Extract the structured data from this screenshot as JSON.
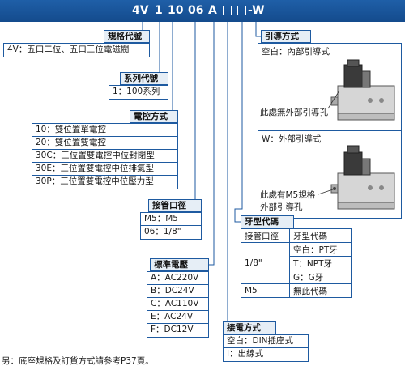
{
  "model_code": {
    "segments": [
      "4V",
      "1",
      "10",
      "06",
      "A",
      "-W"
    ],
    "colors": {
      "banner": "#1f5fa8",
      "line": "#1e5aa0",
      "label_bg": "#e6eef6"
    }
  },
  "spec_code": {
    "label": "規格代號",
    "options": [
      "4V：五口二位、五口三位電磁閥"
    ]
  },
  "series_code": {
    "label": "系列代號",
    "options": [
      "1：100系列"
    ]
  },
  "control_mode": {
    "label": "電控方式",
    "options": [
      "10：雙位置單電控",
      "20：雙位置雙電控",
      "30C：三位置雙電控中位封閉型",
      "30E：三位置雙電控中位排氣型",
      "30P：三位置雙電控中位壓力型"
    ]
  },
  "port_size": {
    "label": "接管口徑",
    "options": [
      "M5：M5",
      "06：1/8\""
    ]
  },
  "voltage": {
    "label": "標準電壓",
    "options": [
      "A：AC220V",
      "B：DC24V",
      "C：AC110V",
      "E：AC24V",
      "F：DC12V"
    ]
  },
  "pilot_mode": {
    "label": "引導方式",
    "internal": {
      "title": "空白：內部引導式",
      "note": "此處無外部引導孔"
    },
    "external": {
      "title": "W：外部引導式",
      "note_line1": "此處有M5規格",
      "note_line2": "外部引導孔"
    }
  },
  "thread_type": {
    "label": "牙型代碼",
    "headers": [
      "接管口徑",
      "牙型代碼"
    ],
    "size_18": "1/8\"",
    "options_18": [
      "空白：PT牙",
      "T：NPT牙",
      "G：G牙"
    ],
    "size_m5": "M5",
    "option_m5": "無此代碼"
  },
  "connection_mode": {
    "label": "接電方式",
    "options": [
      "空白：DIN插座式",
      "I：出線式"
    ]
  },
  "footer_note": "另：底座規格及訂貨方式請參考P37頁。"
}
